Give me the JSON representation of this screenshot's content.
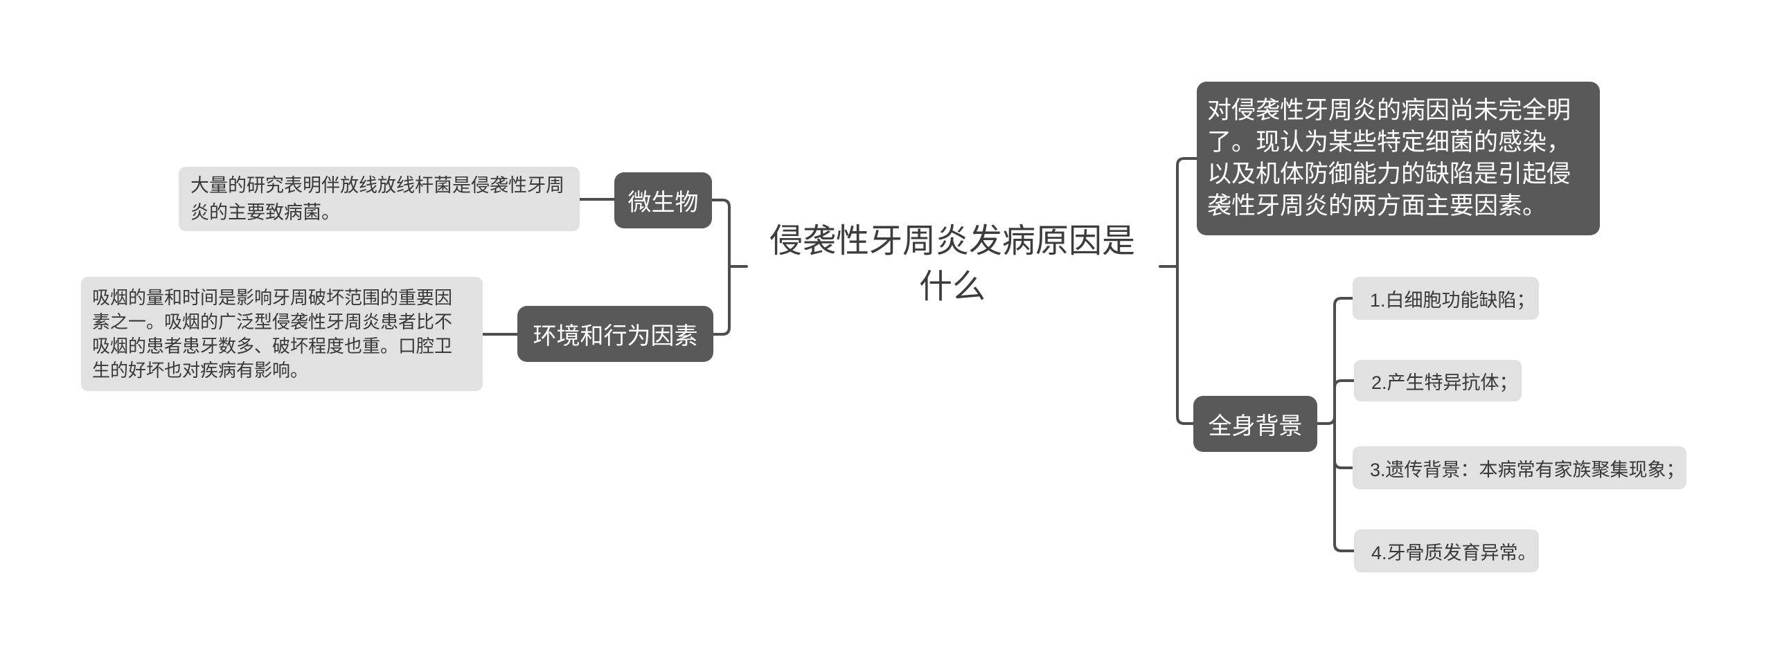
{
  "colors": {
    "background": "#ffffff",
    "dark_node_bg": "#595959",
    "dark_node_text": "#ffffff",
    "light_node_bg": "#e1e1e1",
    "light_node_text": "#383838",
    "connector": "#4d4d4d",
    "root_text": "#3c3c3c"
  },
  "root": {
    "title_lines": [
      "侵袭性牙周炎发病原因是",
      "什么"
    ]
  },
  "left": {
    "microbiology": {
      "label": "微生物",
      "detail_lines": [
        "大量的研究表明伴放线放线杆菌是侵袭性牙周",
        "炎的主要致病菌。"
      ]
    },
    "environment": {
      "label": "环境和行为因素",
      "detail_lines": [
        "吸烟的量和时间是影响牙周破坏范围的重要因",
        "素之一。吸烟的广泛型侵袭性牙周炎患者比不",
        "吸烟的患者患牙数多、破坏程度也重。口腔卫",
        "生的好坏也对疾病有影响。"
      ]
    }
  },
  "right": {
    "note_lines": [
      "对侵袭性牙周炎的病因尚未完全明",
      "了。现认为某些特定细菌的感染，",
      "以及机体防御能力的缺陷是引起侵",
      "袭性牙周炎的两方面主要因素。"
    ],
    "systemic": {
      "label": "全身背景",
      "items": [
        "1.白细胞功能缺陷；",
        "2.产生特异抗体；",
        "3.遗传背景：本病常有家族聚集现象；",
        "4.牙骨质发育异常。"
      ]
    }
  }
}
